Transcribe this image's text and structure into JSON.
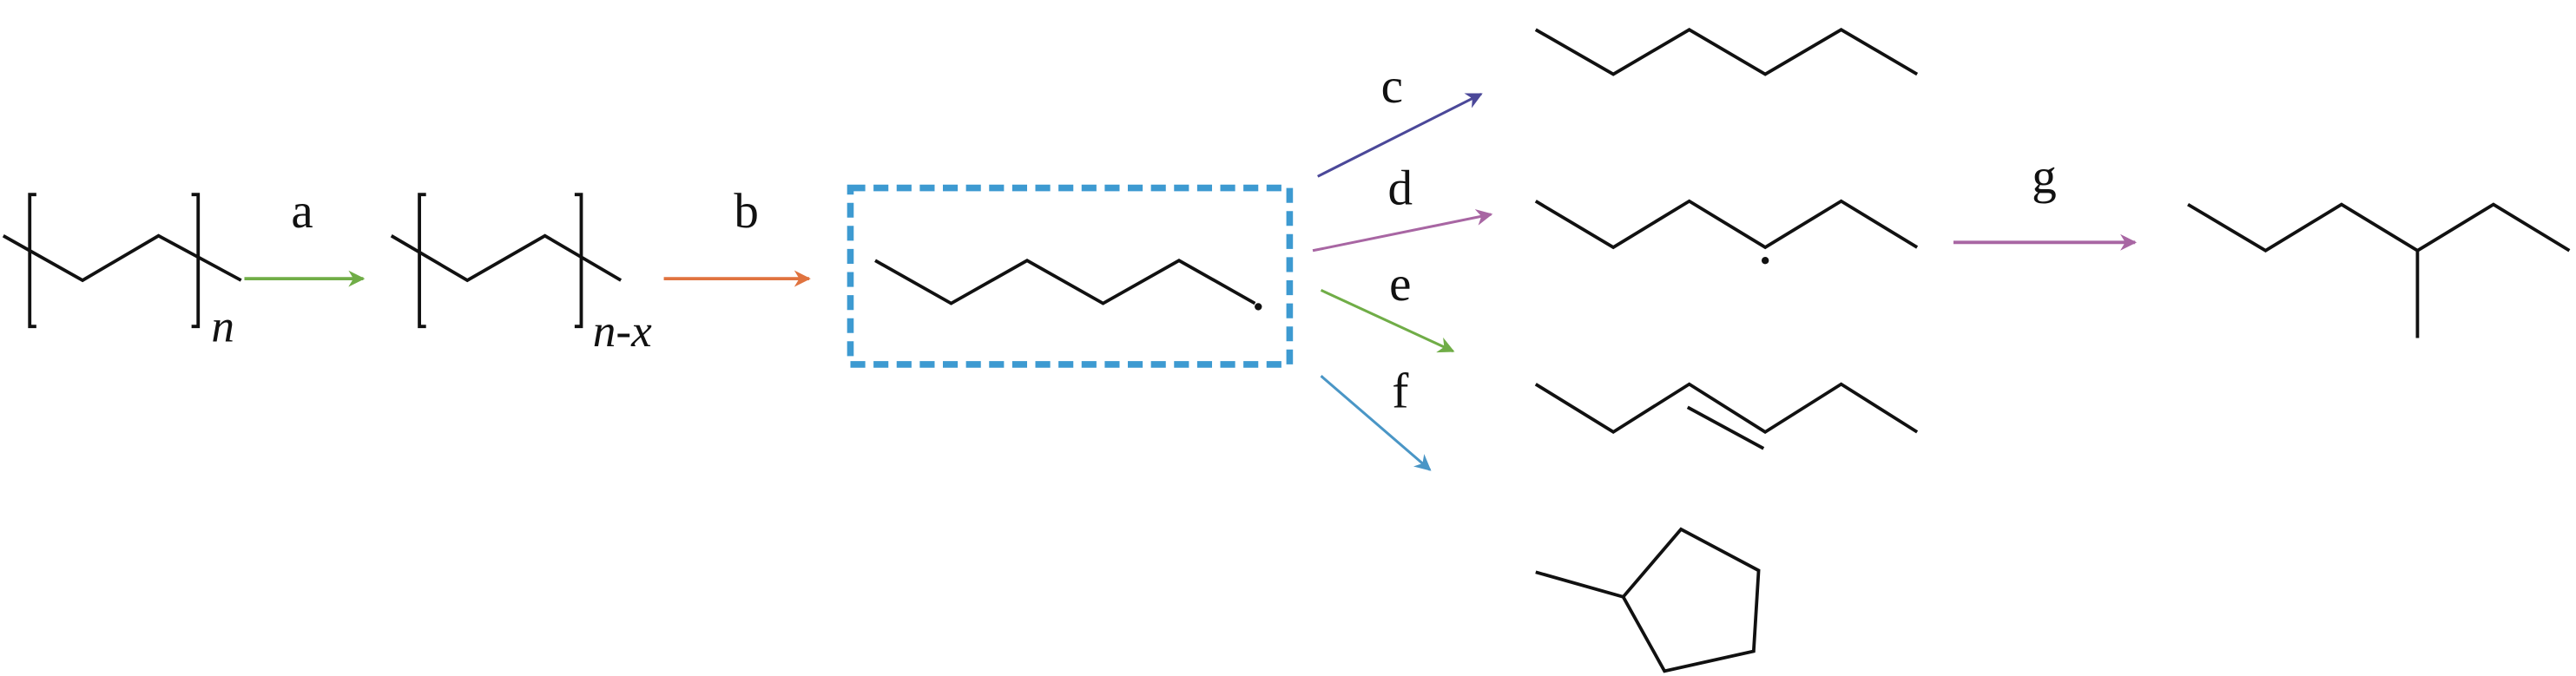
{
  "title": "Polyethylene degradation pathway diagram",
  "labels": {
    "a": "a",
    "b": "b",
    "c": "c",
    "d": "d",
    "e": "e",
    "f": "f",
    "g": "g",
    "n": "n",
    "n_minus_x": "n-x"
  },
  "colors": {
    "arrow_a": "#70ad47",
    "arrow_b": "#e0733f",
    "arrow_c": "#4b4899",
    "arrow_d": "#a866a3",
    "arrow_e": "#70ad47",
    "arrow_f": "#4a96c6",
    "arrow_g": "#a866a3",
    "dashed_box": "#3d9ad1"
  },
  "structures": [
    "polymer-repeat-unit-n",
    "polymer-repeat-unit-n-minus-x",
    "alkyl-radical",
    "alkane",
    "secondary-radical",
    "alkene",
    "methylcyclopentane",
    "branched-alkane"
  ]
}
